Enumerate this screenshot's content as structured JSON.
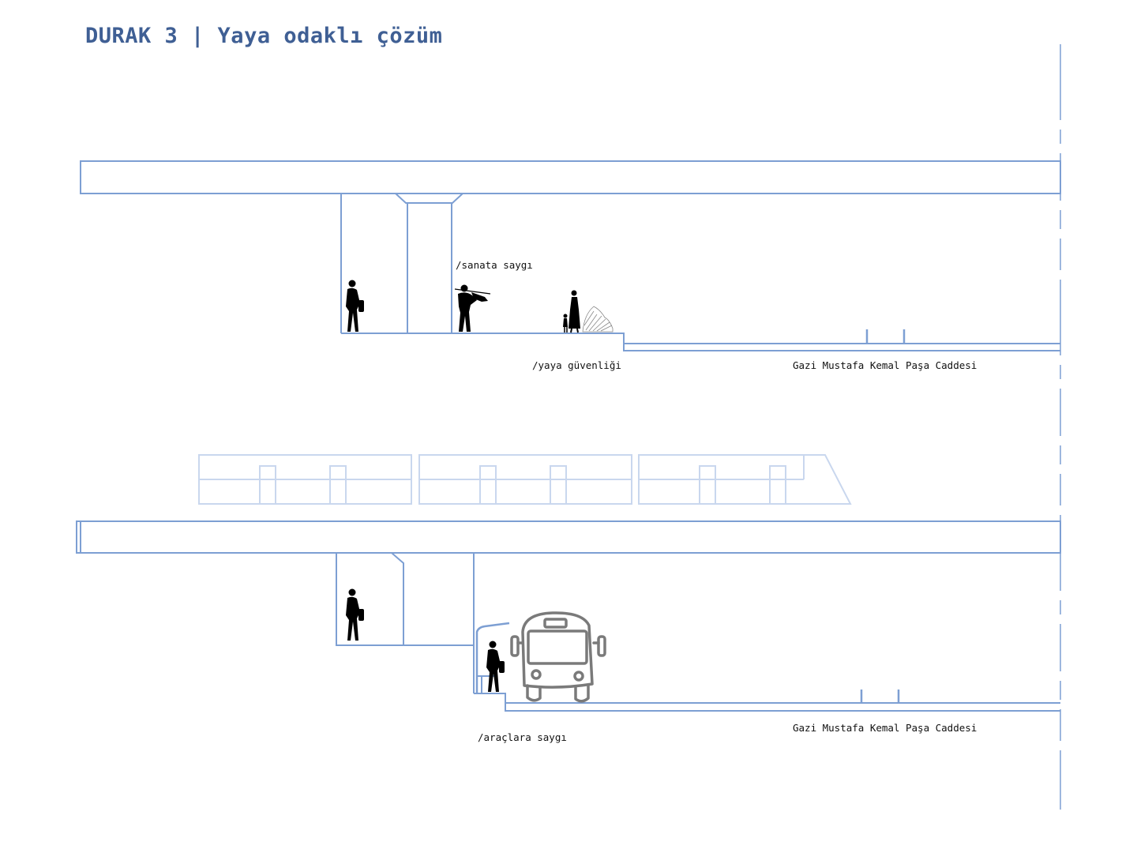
{
  "title": "DURAK 3 | Yaya odaklı çözüm",
  "colors": {
    "structure_line": "#7d9fd3",
    "train_line": "#c9d7ee",
    "title": "#3f5f94",
    "figure": "#000000",
    "bus": "#7a7a7a"
  },
  "upper_section": {
    "label_art": "/sanata saygı",
    "label_safety": "/yaya güvenliği",
    "street_name": "Gazi Mustafa Kemal Paşa Caddesi"
  },
  "lower_section": {
    "label_vehicles": "/araçlara saygı",
    "street_name": "Gazi Mustafa Kemal Paşa Caddesi"
  },
  "icons": [
    "pedestrian-icon",
    "violinist-icon",
    "woman-with-child-icon",
    "bus-icon",
    "bus-shelter-icon",
    "train-icon"
  ]
}
